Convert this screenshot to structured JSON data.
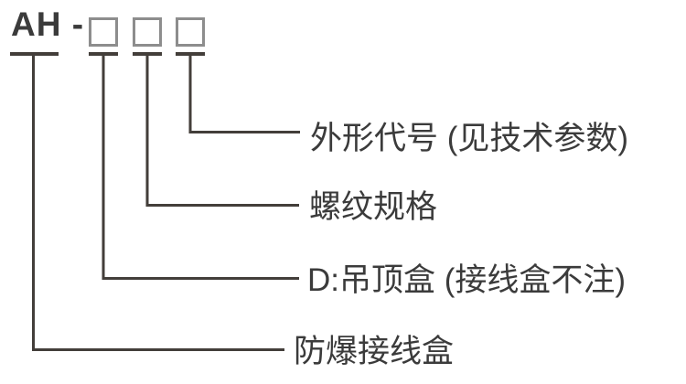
{
  "diagram": {
    "model_prefix": "AH -",
    "placeholder_box_count": 3,
    "labels": [
      {
        "text": "外形代号 (见技术参数)",
        "connects_to": "placeholder-box-3"
      },
      {
        "text": "螺纹规格",
        "connects_to": "placeholder-box-2"
      },
      {
        "text": "D:吊顶盒 (接线盒不注)",
        "connects_to": "placeholder-box-1"
      },
      {
        "text": "防爆接线盒",
        "connects_to": "model-prefix"
      }
    ],
    "colors": {
      "background": "#ffffff",
      "text": "#3b3b3b",
      "line": "#433e3a",
      "box_border": "#8d8d8d"
    }
  }
}
